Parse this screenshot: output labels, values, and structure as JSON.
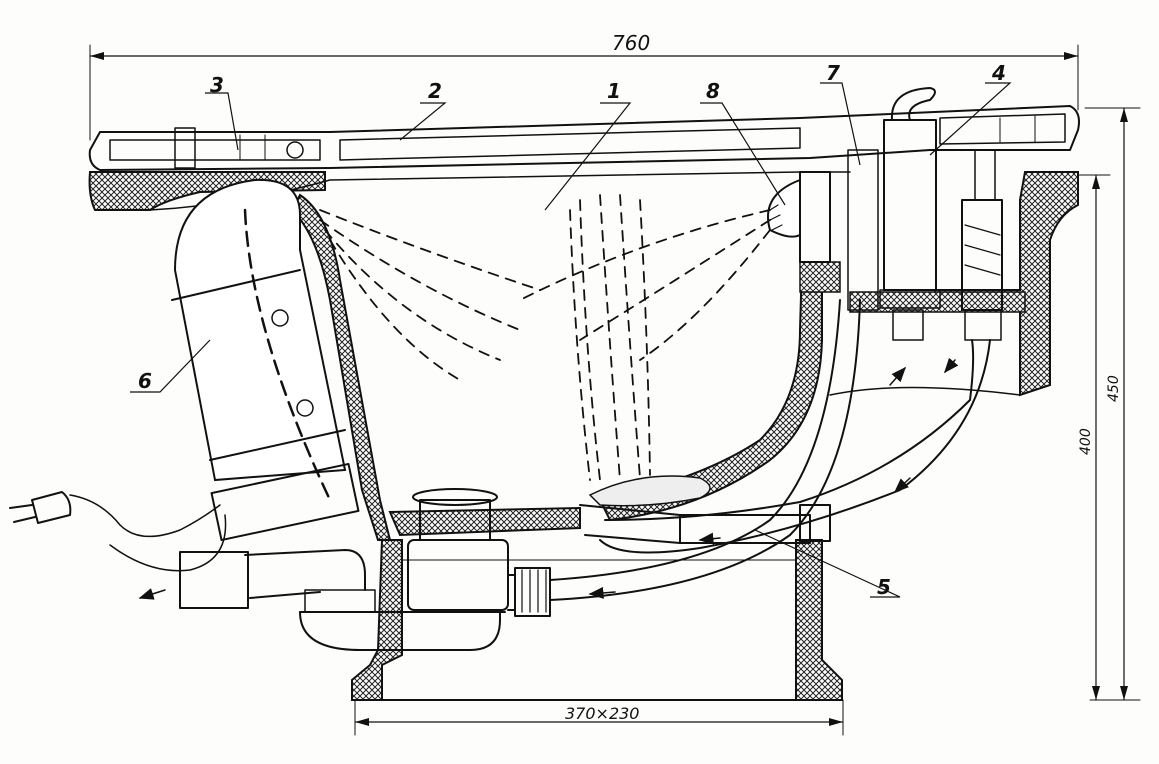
{
  "dimensions": {
    "overall_width": "760",
    "base_size": "370×230",
    "height_total": "450",
    "height_rim": "400"
  },
  "callouts": [
    "1",
    "2",
    "3",
    "4",
    "5",
    "6",
    "7",
    "8"
  ],
  "colors": {
    "ink": "#111111",
    "paper": "#fdfdfb",
    "hatch": "#222222"
  }
}
